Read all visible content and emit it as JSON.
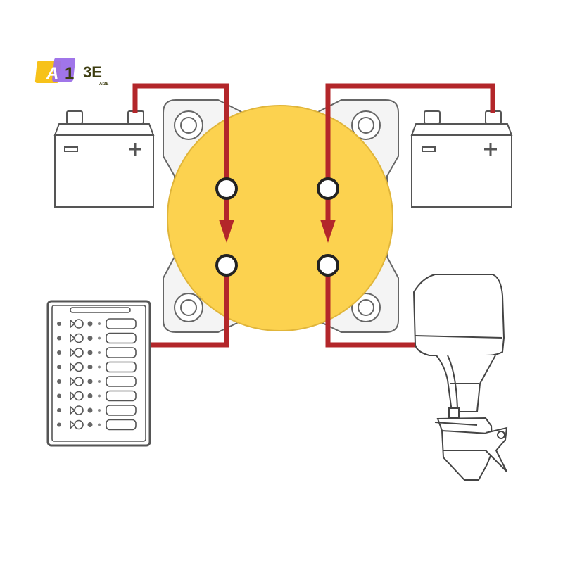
{
  "logo": {
    "letter_a": "A",
    "letter_1": "1",
    "letters_e": "3E",
    "subtext": "AI3E"
  },
  "colors": {
    "wire": "#b3262a",
    "switch_face": "#fcd24f",
    "outline": "#555555",
    "logo_yellow": "#f7c21a",
    "logo_purple": "#9b6ee8",
    "logo_text": "#3d3d10"
  },
  "diagram": {
    "components": [
      "battery-left",
      "battery-right",
      "battery-switch",
      "breaker-panel",
      "outboard-motor"
    ],
    "panel_switch_rows": 8
  }
}
